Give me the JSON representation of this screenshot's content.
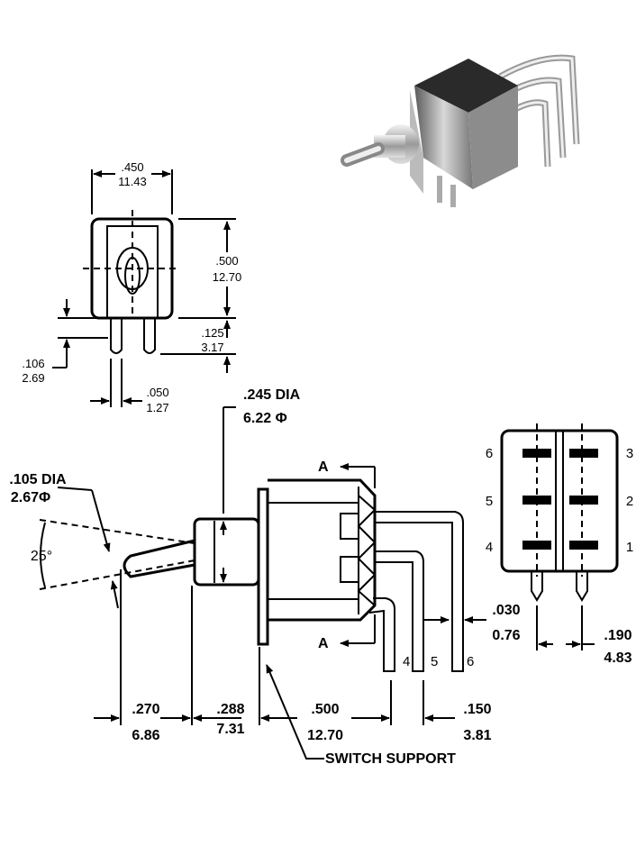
{
  "front_view": {
    "width_in": ".450",
    "width_mm": "11.43",
    "height_in": ".500",
    "height_mm": "12.70",
    "pin_len_in": ".125",
    "pin_len_mm": "3.17",
    "offset_in": ".106",
    "offset_mm": "2.69",
    "pin_w_in": ".050",
    "pin_w_mm": "1.27"
  },
  "side_view": {
    "bushing_dia_in": ".245 DIA",
    "bushing_dia_mm": "6.22 Φ",
    "lever_dia_in": ".105 DIA",
    "lever_dia_mm": "2.67Φ",
    "angle": "25°",
    "section_label": "A",
    "d1_in": ".270",
    "d1_mm": "6.86",
    "d2_in": ".288",
    "d2_mm": "7.31",
    "d3_in": ".500",
    "d3_mm": "12.70",
    "d4_in": ".150",
    "d4_mm": "3.81",
    "support_label": "SWITCH SUPPORT",
    "terminal_labels": [
      "4",
      "5",
      "6"
    ]
  },
  "bottom_view": {
    "left_pins": [
      "6",
      "5",
      "4"
    ],
    "right_pins": [
      "3",
      "2",
      "1"
    ],
    "pin_w_in": ".030",
    "pin_w_mm": "0.76",
    "spacing_in": ".190",
    "spacing_mm": "4.83"
  }
}
